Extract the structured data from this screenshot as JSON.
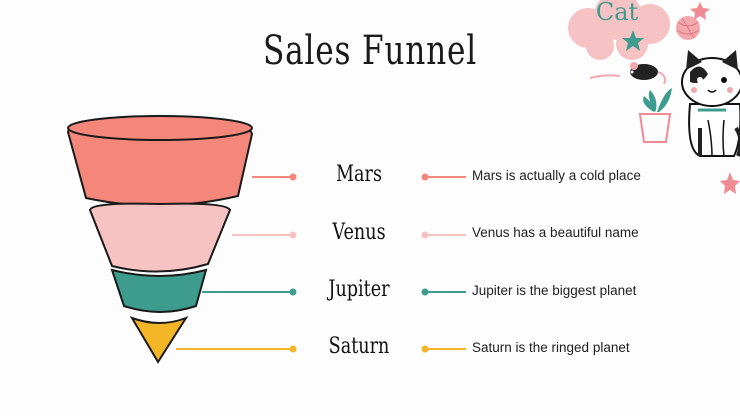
{
  "title": "Sales Funnel",
  "corner_label": "Cat",
  "colors": {
    "mars": "#f4877a",
    "venus": "#f6c3c2",
    "jupiter": "#3d9c8e",
    "saturn": "#f4b526",
    "accent_pink": "#f3a8ad"
  },
  "stages": [
    {
      "label": "Mars",
      "description": "Mars is actually a cold place"
    },
    {
      "label": "Venus",
      "description": "Venus has a beautiful name"
    },
    {
      "label": "Jupiter",
      "description": "Jupiter is the biggest planet"
    },
    {
      "label": "Saturn",
      "description": "Saturn is the ringed planet"
    }
  ]
}
